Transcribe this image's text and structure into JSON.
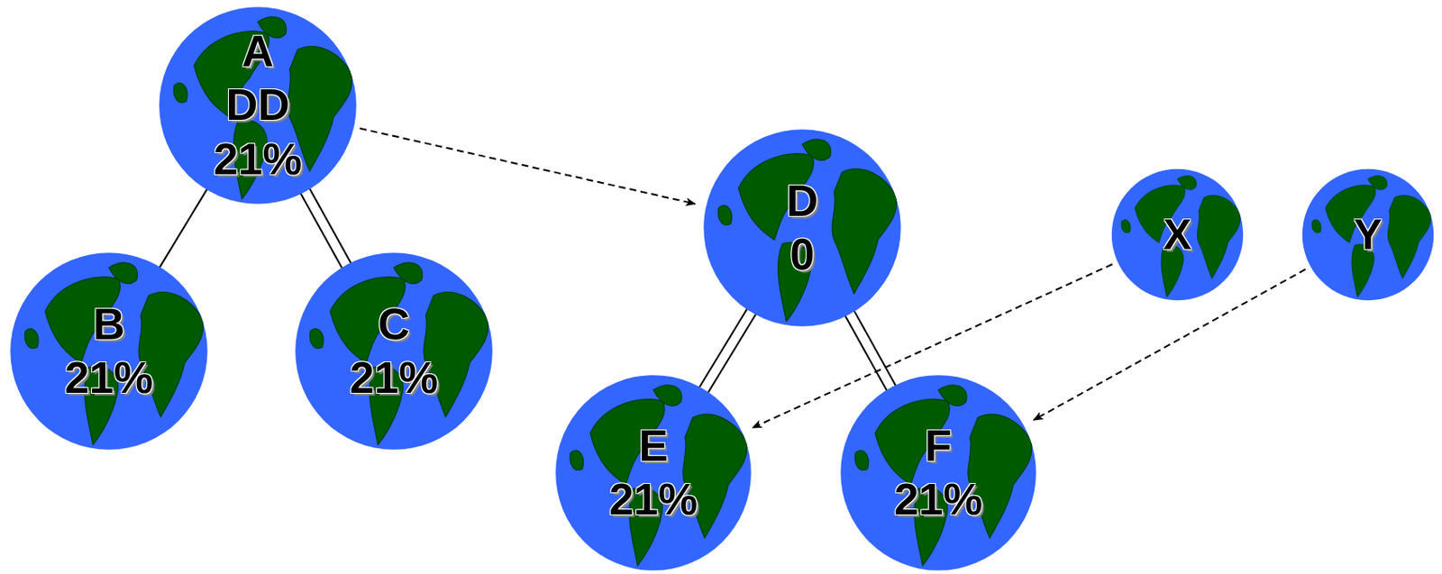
{
  "diagram": {
    "nodes": [
      {
        "text": [
          "A",
          "DD",
          "21%"
        ]
      },
      {
        "text": [
          "B",
          "21%"
        ]
      },
      {
        "text": [
          "C",
          "21%"
        ]
      },
      {
        "text": [
          "D",
          "0"
        ]
      },
      {
        "text": [
          "E",
          "21%"
        ]
      },
      {
        "text": [
          "F",
          "21%"
        ]
      },
      {
        "text": [
          "X"
        ]
      },
      {
        "text": [
          "Y"
        ]
      }
    ],
    "edges": [
      {
        "from": 0,
        "to": 1,
        "arrow": "none"
      },
      {
        "from": 0,
        "to": 2,
        "arrow": "none"
      },
      {
        "from": 0,
        "to": 3,
        "arrow": "to"
      },
      {
        "from": 3,
        "to": 4,
        "arrow": "none"
      },
      {
        "from": 3,
        "to": 5,
        "arrow": "none"
      },
      {
        "from": 6,
        "to": 4,
        "arrow": "to"
      },
      {
        "from": 7,
        "to": 5,
        "arrow": "to"
      }
    ]
  }
}
